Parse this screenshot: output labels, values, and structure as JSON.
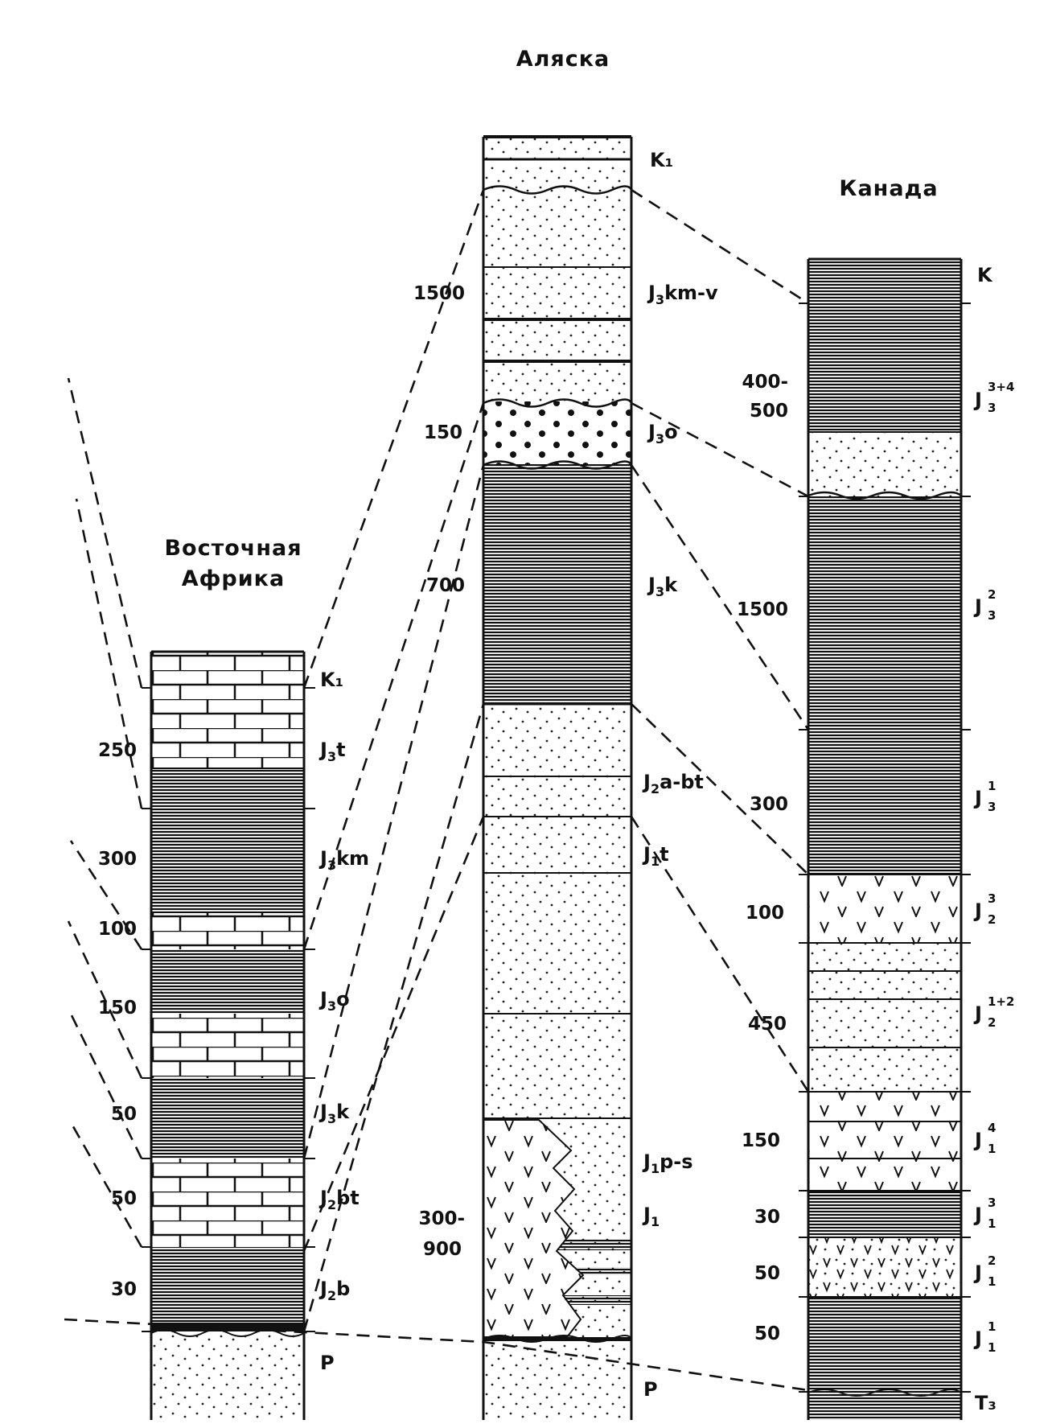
{
  "titles": {
    "alaska": "Аляска",
    "canada": "Канада",
    "east_africa_line1": "Восточная",
    "east_africa_line2": "Африка"
  },
  "patterns": [
    "sandstone",
    "conglomerate",
    "shale",
    "limestone",
    "volcanic",
    "tuffaceous-sandstone"
  ],
  "east_africa": {
    "thicknesses": [
      "250",
      "300",
      "100",
      "150",
      "50",
      "50",
      "30"
    ],
    "units": [
      {
        "base": "J",
        "sub": "3",
        "suffix": "t"
      },
      {
        "base": "J",
        "sub": "3",
        "suffix": "km"
      },
      {
        "base": "J",
        "sub": "3",
        "suffix": "o"
      },
      {
        "base": "J",
        "sub": "3",
        "suffix": "k"
      },
      {
        "base": "J",
        "sub": "2",
        "suffix": "bt"
      },
      {
        "base": "J",
        "sub": "2",
        "suffix": "b"
      }
    ],
    "top_label": "K1",
    "bottom_label": "P"
  },
  "alaska": {
    "thicknesses": [
      "1500",
      "150",
      "700",
      "300-",
      "900"
    ],
    "units": [
      {
        "base": "J",
        "sub": "3",
        "suffix": "km-v"
      },
      {
        "base": "J",
        "sub": "3",
        "suffix": "o"
      },
      {
        "base": "J",
        "sub": "3",
        "suffix": "k"
      },
      {
        "base": "J",
        "sub": "2",
        "suffix": "a-bt"
      },
      {
        "base": "J",
        "sub": "1",
        "suffix": "t"
      },
      {
        "base": "J",
        "sub": "1",
        "suffix": "p-s"
      },
      {
        "base": "J",
        "sub": "1",
        "suffix": ""
      }
    ],
    "top_label": "K1",
    "bottom_label": "P"
  },
  "canada": {
    "thicknesses": [
      "400-",
      "500",
      "1500",
      "300",
      "100",
      "450",
      "150",
      "30",
      "50",
      "50"
    ],
    "units": [
      {
        "base": "J",
        "sub": "3",
        "sup": "3+4"
      },
      {
        "base": "J",
        "sub": "3",
        "sup": "2"
      },
      {
        "base": "J",
        "sub": "3",
        "sup": "1"
      },
      {
        "base": "J",
        "sub": "2",
        "sup": "3"
      },
      {
        "base": "J",
        "sub": "2",
        "sup": "1+2"
      },
      {
        "base": "J",
        "sub": "1",
        "sup": "4"
      },
      {
        "base": "J",
        "sub": "1",
        "sup": "3"
      },
      {
        "base": "J",
        "sub": "1",
        "sup": "2"
      },
      {
        "base": "J",
        "sub": "1",
        "sup": "1"
      }
    ],
    "top_label": "K",
    "bottom_label": "T3"
  }
}
